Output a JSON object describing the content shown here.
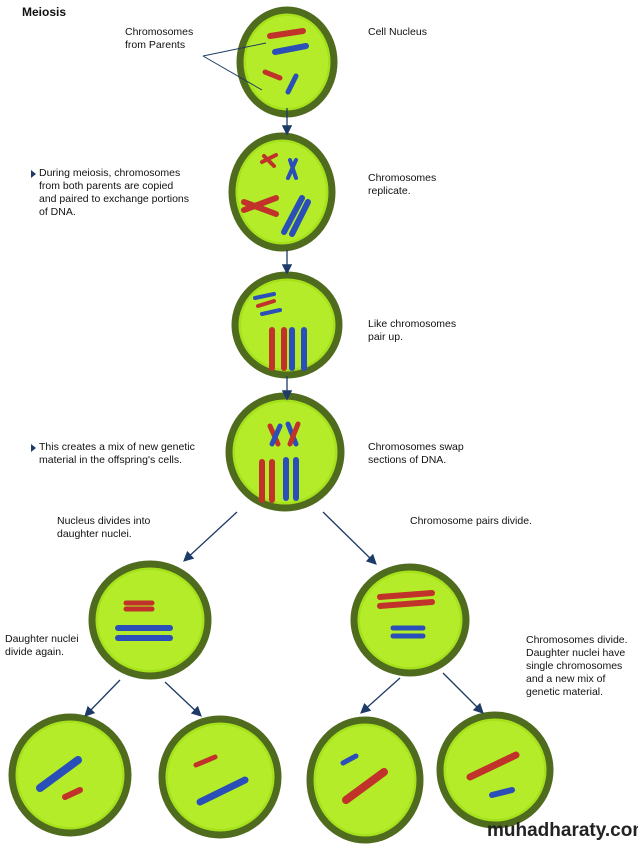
{
  "title": "Meiosis",
  "labels": {
    "chromosomes_from_parents": "Chromosomes\nfrom Parents",
    "cell_nucleus": "Cell Nucleus",
    "replicate_note": "During meiosis, chromosomes\nfrom both parents are copied\nand paired to exchange portions\nof DNA.",
    "replicate": "Chromosomes\nreplicate.",
    "pair_up": "Like chromosomes\npair up.",
    "mix_note": "This creates a mix of new genetic\nmaterial in the offspring's cells.",
    "swap": "Chromosomes swap\nsections of DNA.",
    "nucleus_divides": "Nucleus divides into\ndaughter nuclei.",
    "pairs_divide": "Chromosome pairs divide.",
    "divide_again": "Daughter nuclei\ndivide again.",
    "chromosomes_divide": "Chromosomes divide.\nDaughter nuclei have\nsingle chromosomes\nand a new mix of\ngenetic material."
  },
  "watermark": "muhadharaty.com",
  "colors": {
    "cell_fill": "#a6e21c",
    "cell_border": "#4f6b1e",
    "maternal": "#c0322a",
    "paternal": "#2a4fb8",
    "arrow": "#1d3b66"
  }
}
